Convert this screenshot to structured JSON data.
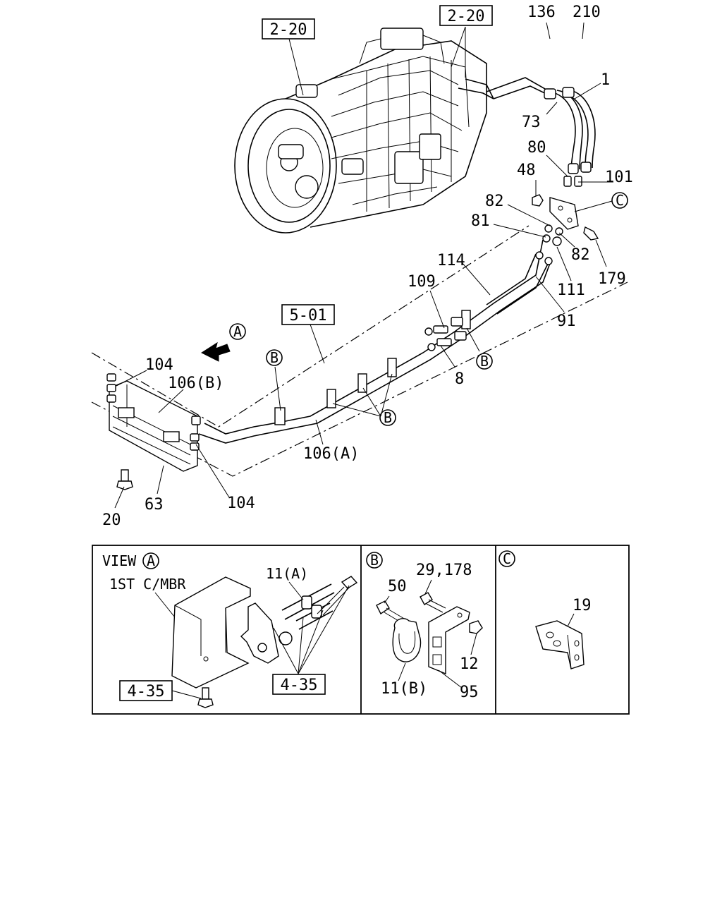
{
  "callouts": {
    "ref_2_20_left": "2-20",
    "ref_2_20_right": "2-20",
    "ref_5_01": "5-01",
    "p136": "136",
    "p210": "210",
    "p1": "1",
    "p73": "73",
    "p80": "80",
    "p48": "48",
    "p101": "101",
    "pC": "C",
    "p82a": "82",
    "p81": "81",
    "p82b": "82",
    "p114": "114",
    "p179": "179",
    "p109": "109",
    "p111": "111",
    "p91": "91",
    "pA": "A",
    "pB1": "B",
    "pB2": "B",
    "pB3": "B",
    "p8": "8",
    "p104a": "104",
    "p106b": "106(B)",
    "p106a": "106(A)",
    "p104b": "104",
    "p20": "20",
    "p63": "63"
  },
  "view_a": {
    "view_word": "VIEW",
    "marker": "A",
    "crossmember": "1ST C/MBR",
    "p11a": "11(A)",
    "ref_4_35_a": "4-35",
    "ref_4_35_b": "4-35"
  },
  "view_b": {
    "marker": "B",
    "p50": "50",
    "p29_178": "29,178",
    "p12": "12",
    "p11b": "11(B)",
    "p95": "95"
  },
  "view_c": {
    "marker": "C",
    "p19": "19"
  }
}
